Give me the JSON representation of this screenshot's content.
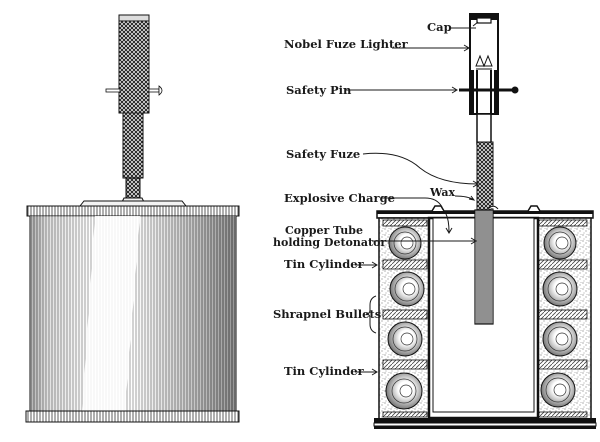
{
  "figure": {
    "left_view": "exterior",
    "right_view": "cross-section",
    "labels": {
      "cap": "Cap",
      "nobel_fuze_lighter": "Nobel Fuze Lighter",
      "safety_pin": "Safety Pin",
      "safety_fuze": "Safety Fuze",
      "wax": "Wax",
      "explosive_charge": "Explosive Charge",
      "copper_tube_line1": "Copper Tube",
      "copper_tube_line2": "holding Detonator",
      "tin_cylinder_upper": "Tin Cylinder",
      "shrapnel_bullets": "Shrapnel Bullets",
      "tin_cylinder_lower": "Tin Cylinder"
    },
    "colors": {
      "ink": "#111111",
      "paper": "#ffffff"
    }
  }
}
